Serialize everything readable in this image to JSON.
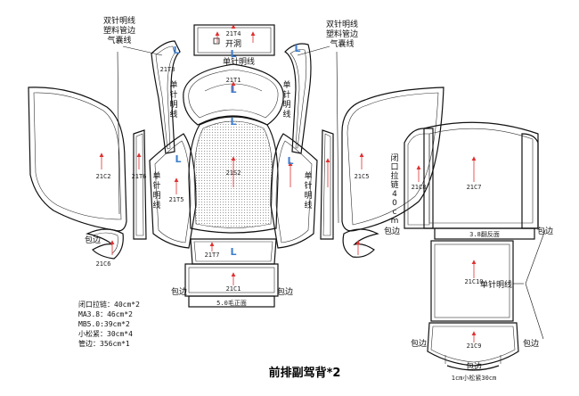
{
  "title": "前排副驾背*2",
  "pieces": {
    "t4": "21T4",
    "t4_note": "开洞",
    "t3": "21T3",
    "t1": "21T1",
    "s2": "21S2",
    "t6": "21T6",
    "t5": "21T5",
    "t7": "21T7",
    "c2": "21C2",
    "c6": "21C6",
    "c1": "21C1",
    "c5": "21C5",
    "c8": "21C8",
    "c7": "21C7",
    "c10": "21C10",
    "c9": "21C9"
  },
  "callouts": {
    "left_top": [
      "双针明线",
      "塑料管边",
      "气囊线"
    ],
    "right_top": [
      "双针明线",
      "塑料管边",
      "气囊线"
    ],
    "single_needle_top": "单针明线",
    "single_needle_v": "单针明线",
    "single_needle_right": "单针明线",
    "binding": "包边",
    "zipper_vertical": "闭口拉链40cm",
    "facing_38": "3.8翻反面",
    "fur_50": "5.0毛正面",
    "elastic_bottom": "1cm小松紧30cm"
  },
  "notes": [
    "闭口拉链：40cm*2",
    "MA3.8：46cm*2",
    "MB5.0:39cm*2",
    "小松紧：30cm*4",
    "管边：356cm*1"
  ],
  "letter_marker": "L",
  "colors": {
    "arrow": "#e03030",
    "marker": "#3d7fd0"
  }
}
